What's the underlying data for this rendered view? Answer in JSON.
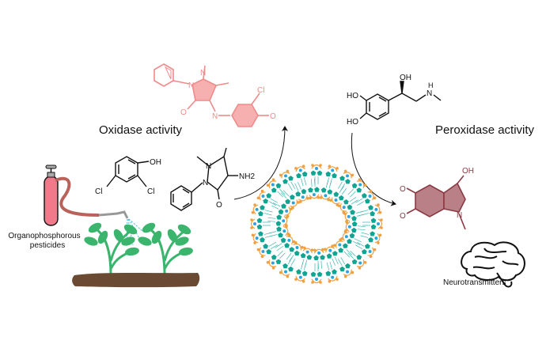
{
  "labels": {
    "oxidase": "Oxidase activity",
    "peroxidase": "Peroxidase activity",
    "pesticides_line1": "Organophosphorous",
    "pesticides_line2": "pesticides",
    "neurotransmitters": "Neurotransmitters"
  },
  "atoms": {
    "oh": "OH",
    "ho": "HO",
    "cl": "Cl",
    "o": "O",
    "n": "N",
    "nh2": "NH2",
    "h": "H"
  },
  "colors": {
    "oxidase_product": "#f08a8a",
    "peroxidase_product": "#8b3a44",
    "peroxidase_fill": "#b98088",
    "lipid_head": "#0fa592",
    "lipid_arc": "#f0a040",
    "lipid_dot": "#2aa4e0",
    "plant": "#3bb56d",
    "soil": "#6b4a33",
    "canister": "#f07a8a",
    "hose": "#b8625a"
  }
}
